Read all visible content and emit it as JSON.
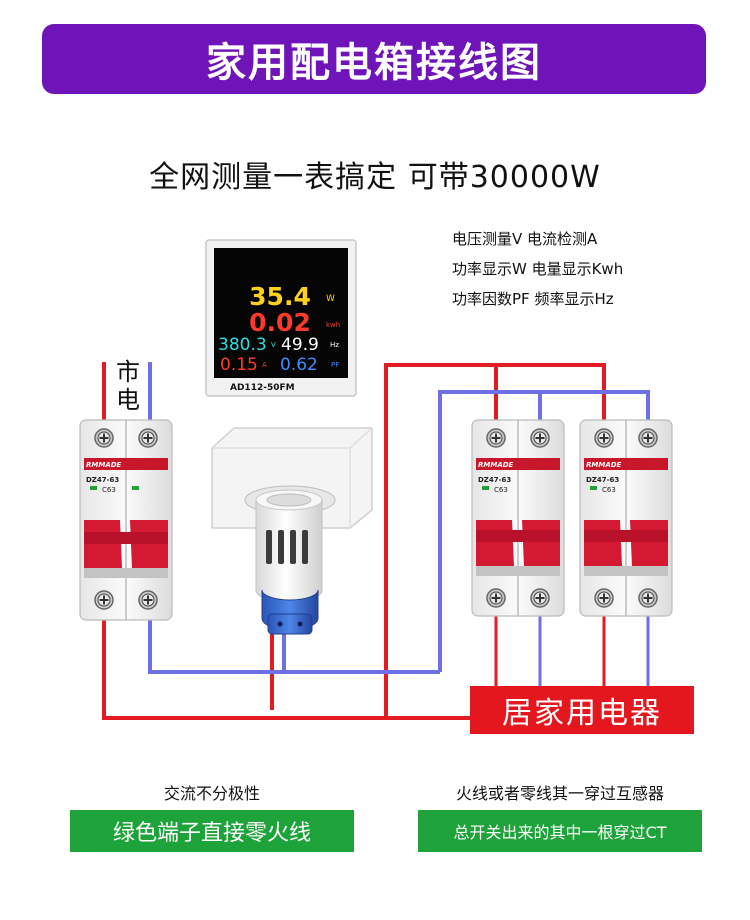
{
  "title": "家用配电箱接线图",
  "subtitle": "全网测量一表搞定 可带30000W",
  "features": [
    "电压测量V 电流检测A",
    "功率显示W 电量显示Kwh",
    "功率因数PF 频率显示Hz"
  ],
  "meter": {
    "model": "AD112-50FM",
    "power": "35.4",
    "power_unit": "W",
    "energy": "0.02",
    "energy_unit": "kwh",
    "voltage": "380.3",
    "voltage_unit": "V",
    "frequency": "49.9",
    "frequency_unit": "Hz",
    "current": "0.15",
    "current_unit": "A",
    "pf": "0.62",
    "pf_unit": "PF"
  },
  "mains_label_line1": "市",
  "mains_label_line2": "电",
  "breaker": {
    "brand": "RMMADE",
    "model": "DZ47-63",
    "rating": "C63"
  },
  "load_label": "居家用电器",
  "left_note": "交流不分极性",
  "left_box": "绿色端子直接零火线",
  "right_note": "火线或者零线其一穿过互感器",
  "right_box": "总开关出来的其中一根穿过CT",
  "colors": {
    "title_bg": "#6f14b8",
    "live_wire": "#e31b23",
    "neutral_wire": "#6f6fe6",
    "green_box": "#1ea33a",
    "load_box": "#e4161e"
  }
}
